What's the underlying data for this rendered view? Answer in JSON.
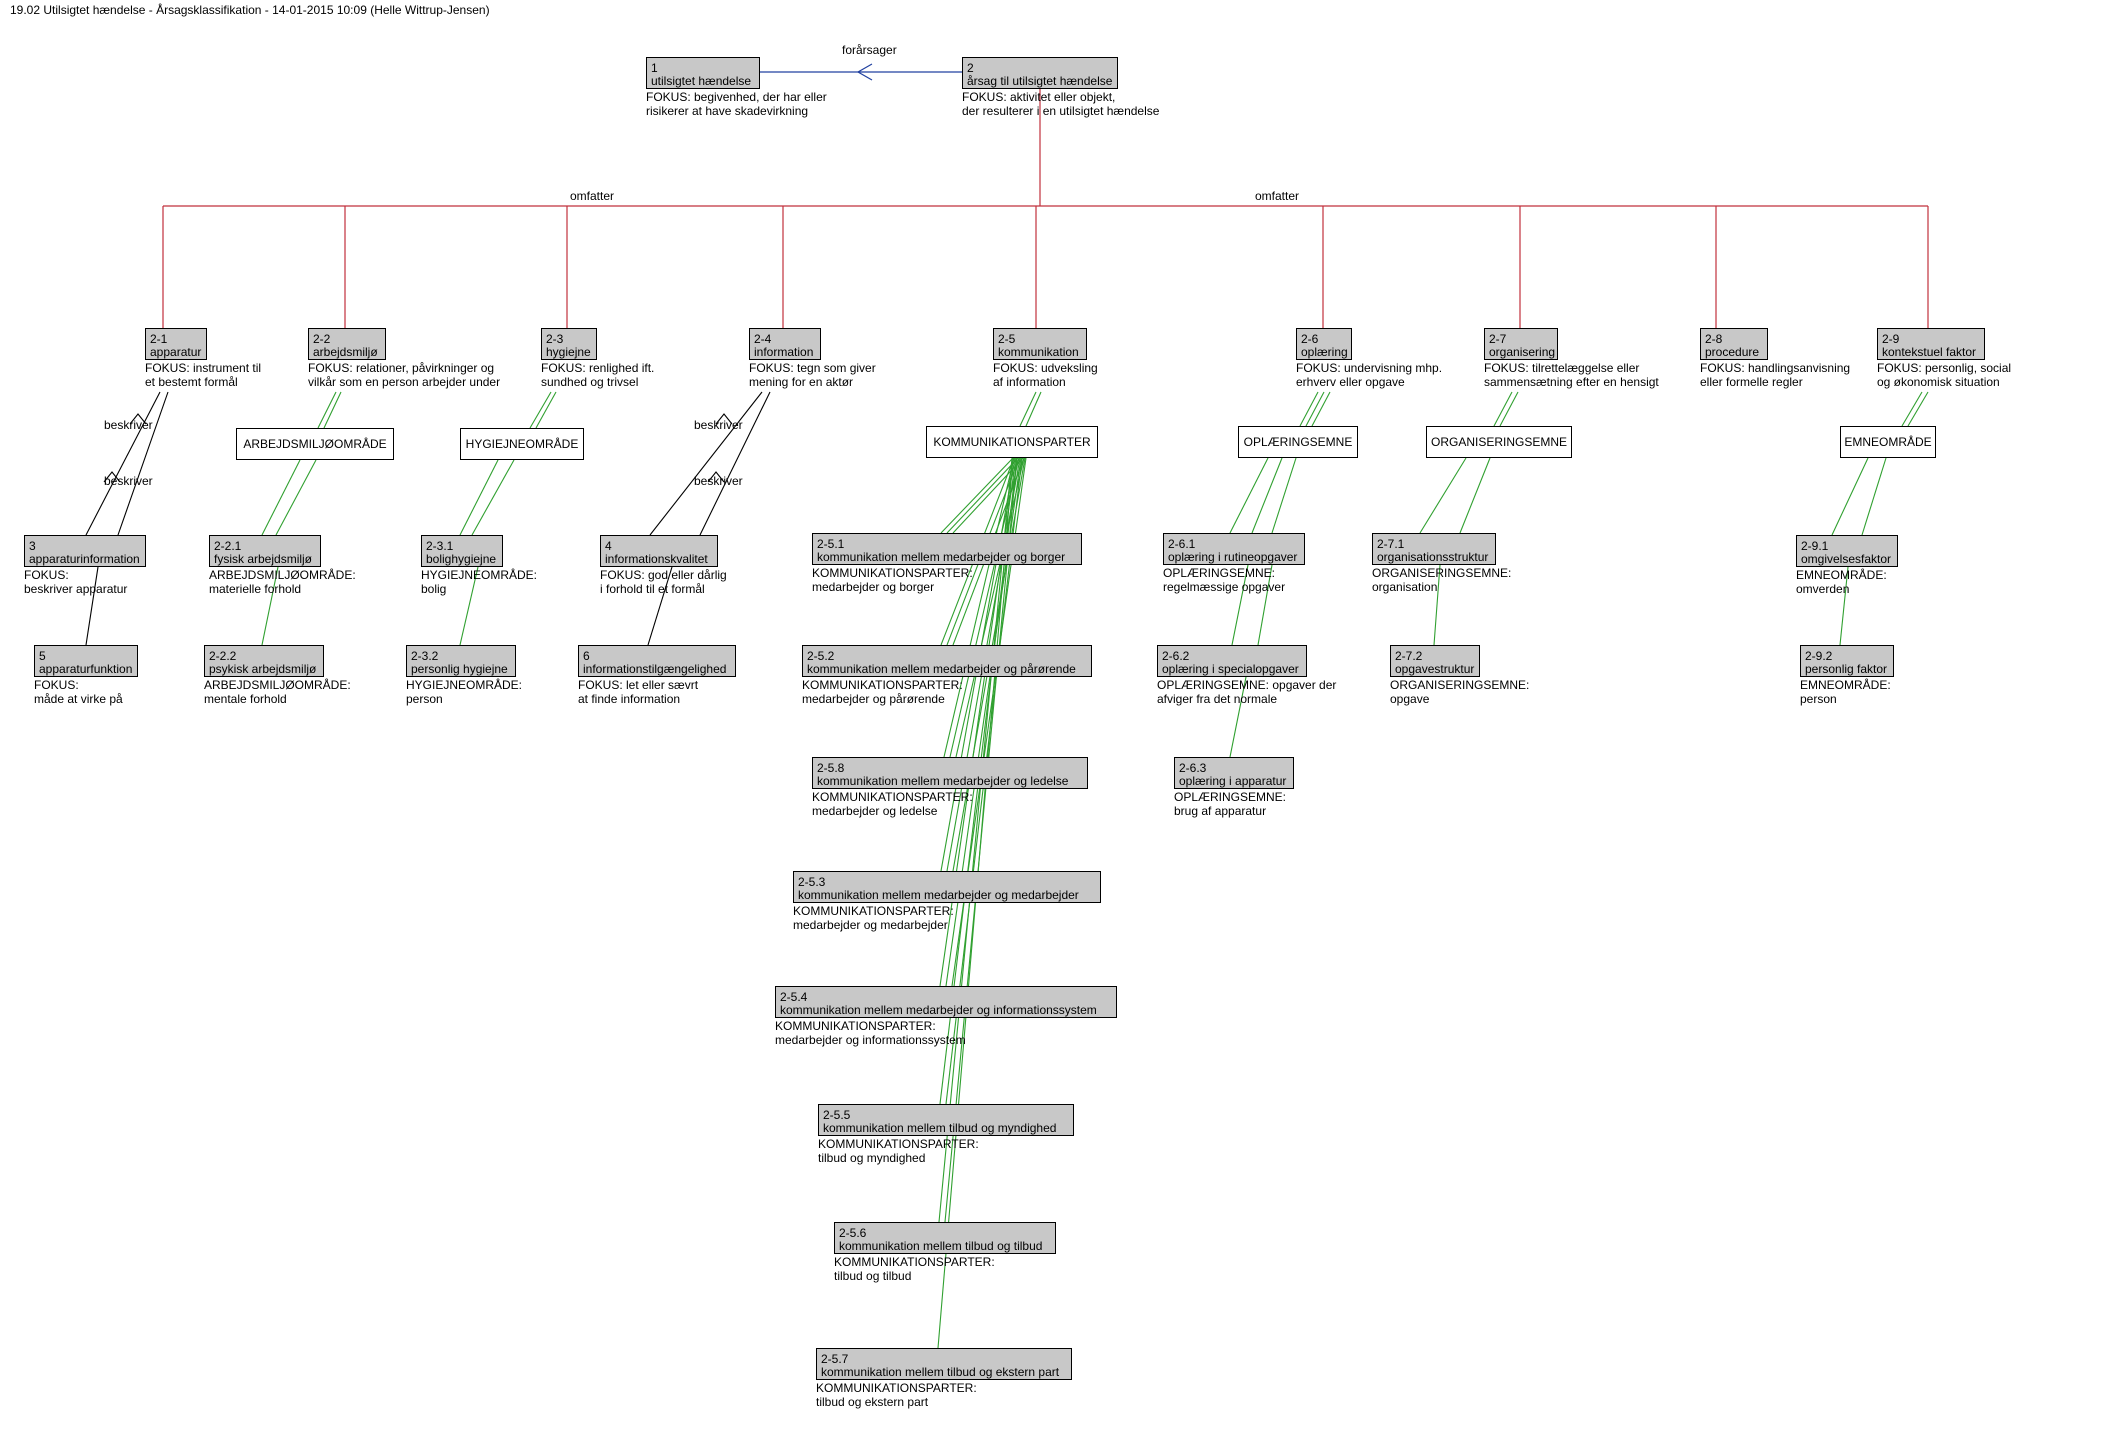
{
  "header": {
    "title": "19.02 Utilsigtet hændelse - Årsagsklassifikation - 14-01-2015 10:09 (Helle Wittrup-Jensen)"
  },
  "relations": {
    "causes": "forårsager",
    "includes_left": "omfatter",
    "includes_right": "omfatter",
    "describes_1": "beskriver",
    "describes_2": "beskriver",
    "describes_3": "beskriver",
    "describes_4": "beskriver"
  },
  "nodes": {
    "n1": {
      "id": "1",
      "name": "utilsigtet hændelse",
      "desc": [
        "FOKUS: begivenhed, der har eller",
        "risikerer at have skadevirkning"
      ]
    },
    "n2": {
      "id": "2",
      "name": "årsag til utilsigtet hændelse",
      "desc": [
        "FOKUS: aktivitet eller objekt,",
        "der resulterer i en utilsigtet hændelse"
      ]
    },
    "n21": {
      "id": "2-1",
      "name": "apparatur",
      "desc": [
        "FOKUS: instrument til",
        "et bestemt formål"
      ]
    },
    "n22": {
      "id": "2-2",
      "name": "arbejdsmiljø",
      "desc": [
        "FOKUS: relationer, påvirkninger og",
        "vilkår som en person arbejder under"
      ]
    },
    "n23": {
      "id": "2-3",
      "name": "hygiejne",
      "desc": [
        "FOKUS: renlighed ift.",
        "sundhed og trivsel"
      ]
    },
    "n24": {
      "id": "2-4",
      "name": "information",
      "desc": [
        "FOKUS: tegn som giver",
        "mening for en aktør"
      ]
    },
    "n25": {
      "id": "2-5",
      "name": "kommunikation",
      "desc": [
        "FOKUS: udveksling",
        "af information"
      ]
    },
    "n26": {
      "id": "2-6",
      "name": "oplæring",
      "desc": [
        "FOKUS: undervisning mhp.",
        "erhverv eller opgave"
      ]
    },
    "n27": {
      "id": "2-7",
      "name": "organisering",
      "desc": [
        "FOKUS: tilrettelæggelse eller",
        "sammensætning efter en hensigt"
      ]
    },
    "n28": {
      "id": "2-8",
      "name": "procedure",
      "desc": [
        "FOKUS: handlingsanvisning",
        "eller formelle regler"
      ]
    },
    "n29": {
      "id": "2-9",
      "name": "kontekstuel faktor",
      "desc": [
        "FOKUS: personlig, social",
        "og økonomisk situation"
      ]
    },
    "n3": {
      "id": "3",
      "name": "apparaturinformation",
      "desc": [
        "FOKUS:",
        "beskriver apparatur"
      ]
    },
    "n5": {
      "id": "5",
      "name": "apparaturfunktion",
      "desc": [
        "FOKUS:",
        "måde at virke på"
      ]
    },
    "n221": {
      "id": "2-2.1",
      "name": "fysisk arbejdsmiljø",
      "desc": [
        "ARBEJDSMILJØOMRÅDE:",
        "materielle forhold"
      ]
    },
    "n222": {
      "id": "2-2.2",
      "name": "psykisk arbejdsmiljø",
      "desc": [
        "ARBEJDSMILJØOMRÅDE:",
        "mentale forhold"
      ]
    },
    "n231": {
      "id": "2-3.1",
      "name": "bolighygiejne",
      "desc": [
        "HYGIEJNEOMRÅDE:",
        "bolig"
      ]
    },
    "n232": {
      "id": "2-3.2",
      "name": "personlig hygiejne",
      "desc": [
        "HYGIEJNEOMRÅDE:",
        "person"
      ]
    },
    "n4": {
      "id": "4",
      "name": "informationskvalitet",
      "desc": [
        "FOKUS: god eller dårlig",
        "i forhold til et formål"
      ]
    },
    "n6": {
      "id": "6",
      "name": "informationstilgængelighed",
      "desc": [
        "FOKUS: let eller sævrt",
        "at finde information"
      ]
    },
    "n251": {
      "id": "2-5.1",
      "name": "kommunikation mellem medarbejder og borger",
      "desc": [
        "KOMMUNIKATIONSPARTER:",
        "medarbejder og borger"
      ]
    },
    "n252": {
      "id": "2-5.2",
      "name": "kommunikation mellem medarbejder og pårørende",
      "desc": [
        "KOMMUNIKATIONSPARTER:",
        "medarbejder og pårørende"
      ]
    },
    "n258": {
      "id": "2-5.8",
      "name": "kommunikation mellem medarbejder og ledelse",
      "desc": [
        "KOMMUNIKATIONSPARTER:",
        "medarbejder og ledelse"
      ]
    },
    "n253": {
      "id": "2-5.3",
      "name": "kommunikation mellem medarbejder og medarbejder",
      "desc": [
        "KOMMUNIKATIONSPARTER:",
        "medarbejder og medarbejder"
      ]
    },
    "n254": {
      "id": "2-5.4",
      "name": "kommunikation mellem medarbejder og informationssystem",
      "desc": [
        "KOMMUNIKATIONSPARTER:",
        "medarbejder og informationssystem"
      ]
    },
    "n255": {
      "id": "2-5.5",
      "name": "kommunikation mellem tilbud og myndighed",
      "desc": [
        "KOMMUNIKATIONSPARTER:",
        "tilbud og myndighed"
      ]
    },
    "n256": {
      "id": "2-5.6",
      "name": "kommunikation mellem tilbud og tilbud",
      "desc": [
        "KOMMUNIKATIONSPARTER:",
        "tilbud og tilbud"
      ]
    },
    "n257": {
      "id": "2-5.7",
      "name": "kommunikation mellem tilbud og ekstern part",
      "desc": [
        "KOMMUNIKATIONSPARTER:",
        "tilbud og ekstern part"
      ]
    },
    "n261": {
      "id": "2-6.1",
      "name": "oplæring i rutineopgaver",
      "desc": [
        "OPLÆRINGSEMNE:",
        "regelmæssige opgaver"
      ]
    },
    "n262": {
      "id": "2-6.2",
      "name": "oplæring i specialopgaver",
      "desc": [
        "OPLÆRINGSEMNE: opgaver der",
        "afviger fra det normale"
      ]
    },
    "n263": {
      "id": "2-6.3",
      "name": "oplæring i apparatur",
      "desc": [
        "OPLÆRINGSEMNE:",
        "brug af apparatur"
      ]
    },
    "n271": {
      "id": "2-7.1",
      "name": "organisationsstruktur",
      "desc": [
        "ORGANISERINGSEMNE:",
        "organisation"
      ]
    },
    "n272": {
      "id": "2-7.2",
      "name": "opgavestruktur",
      "desc": [
        "ORGANISERINGSEMNE:",
        "opgave"
      ]
    },
    "n291": {
      "id": "2-9.1",
      "name": "omgivelsesfaktor",
      "desc": [
        "EMNEOMRÅDE:",
        "omverden"
      ]
    },
    "n292": {
      "id": "2-9.2",
      "name": "personlig faktor",
      "desc": [
        "EMNEOMRÅDE:",
        "person"
      ]
    }
  },
  "aspects": {
    "a22": "ARBEJDSMILJØOMRÅDE",
    "a23": "HYGIEJNEOMRÅDE",
    "a25": "KOMMUNIKATIONSPARTER",
    "a26": "OPLÆRINGSEMNE",
    "a27": "ORGANISERINGSEMNE",
    "a29": "EMNEOMRÅDE"
  },
  "colors": {
    "box_fill": "#c8c8c8",
    "generalization_line": "#c0303c",
    "association_line": "#2040a0",
    "aspect_line": "#30a030",
    "relation_line": "#000000"
  }
}
